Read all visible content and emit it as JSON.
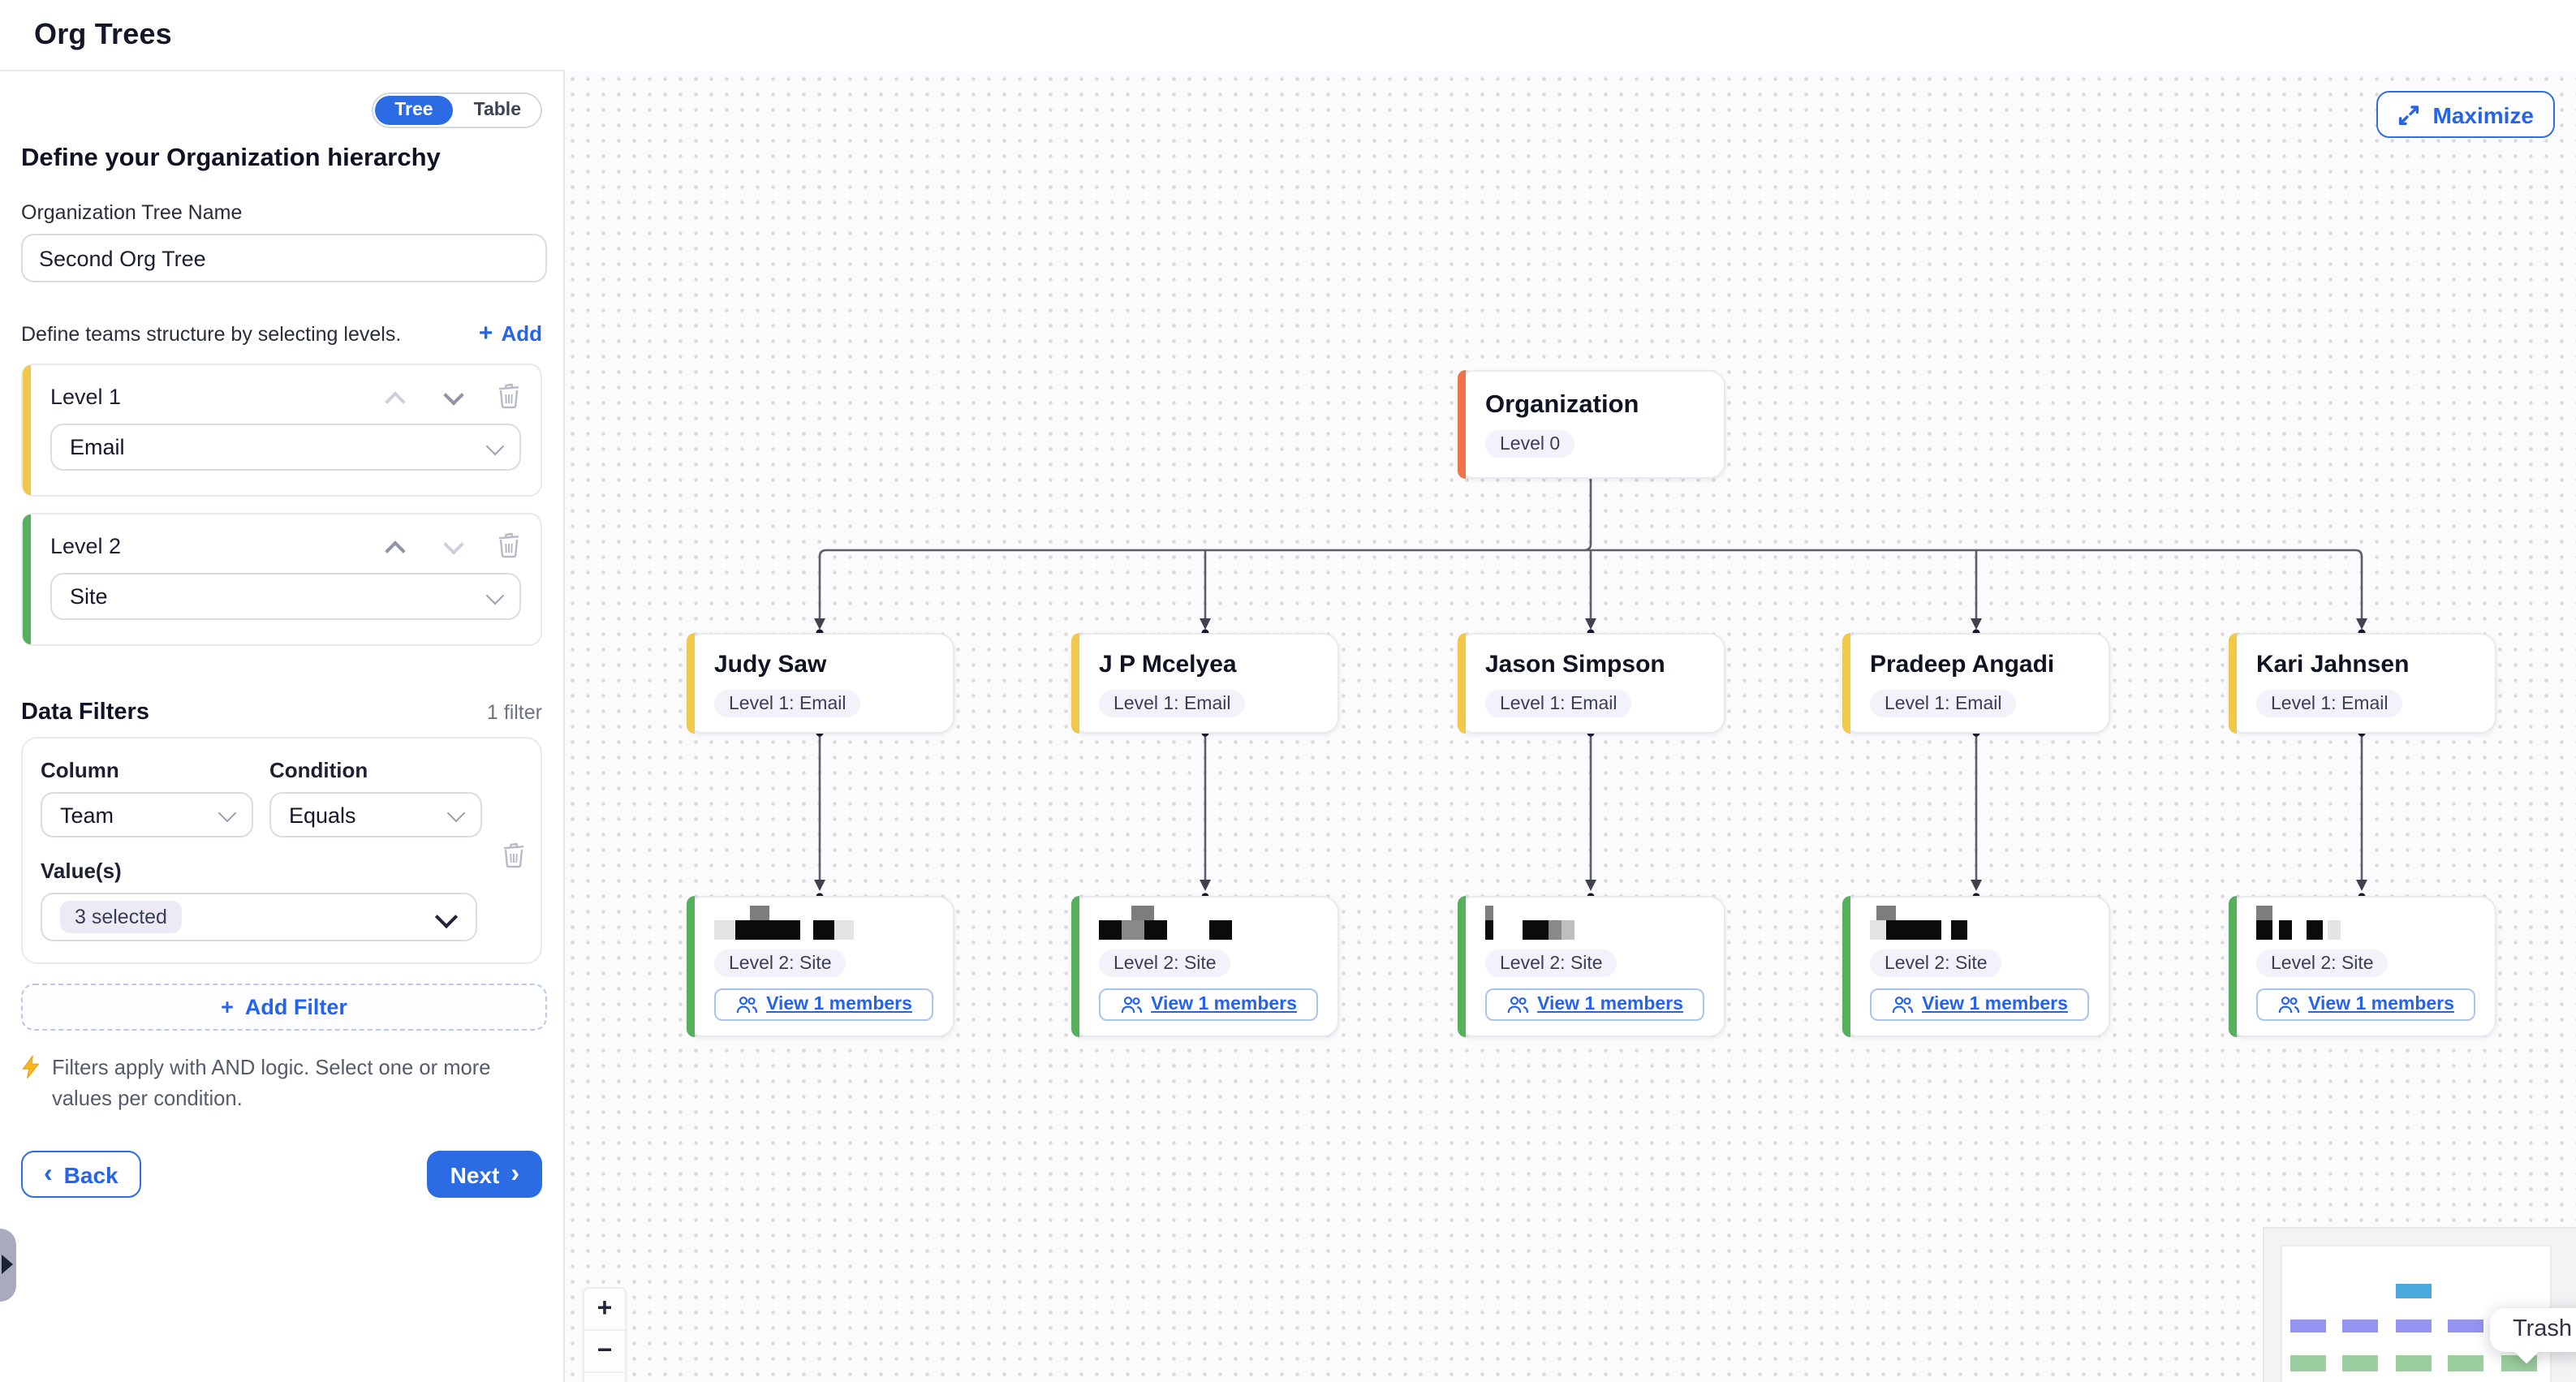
{
  "header": {
    "title": "Org Trees"
  },
  "sidebar": {
    "view_toggle": {
      "tree": "Tree",
      "table": "Table",
      "selected": "Tree"
    },
    "heading": "Define your Organization hierarchy",
    "tree_name": {
      "label": "Organization Tree Name",
      "value": "Second Org Tree"
    },
    "levels_hint": "Define teams structure by selecting levels.",
    "add_label": "Add",
    "levels": [
      {
        "title": "Level 1",
        "value": "Email",
        "accent_color": "#f2c84b"
      },
      {
        "title": "Level 2",
        "value": "Site",
        "accent_color": "#55b05c"
      }
    ],
    "filters": {
      "title": "Data Filters",
      "count_label": "1 filter",
      "column_label": "Column",
      "column_value": "Team",
      "condition_label": "Condition",
      "condition_value": "Equals",
      "values_label": "Value(s)",
      "values_value": "3 selected",
      "add_filter_label": "Add Filter",
      "note": "Filters apply with AND logic. Select one or more values per condition."
    },
    "back_label": "Back",
    "next_label": "Next"
  },
  "canvas": {
    "maximize_label": "Maximize",
    "root": {
      "name": "Organization",
      "badge": "Level 0",
      "accent_color": "#ee7448"
    },
    "level1": [
      {
        "name": "Judy Saw",
        "badge": "Level 1: Email"
      },
      {
        "name": "J P Mcelyea",
        "badge": "Level 1: Email"
      },
      {
        "name": "Jason Simpson",
        "badge": "Level 1: Email"
      },
      {
        "name": "Pradeep Angadi",
        "badge": "Level 1: Email"
      },
      {
        "name": "Kari Jahnsen",
        "badge": "Level 1: Email"
      }
    ],
    "level2": [
      {
        "badge": "Level 2: Site",
        "members_label": "View 1 members",
        "name_redacted": true
      },
      {
        "badge": "Level 2: Site",
        "members_label": "View 1 members",
        "name_redacted": true
      },
      {
        "badge": "Level 2: Site",
        "members_label": "View 1 members",
        "name_redacted": true
      },
      {
        "badge": "Level 2: Site",
        "members_label": "View 1 members",
        "name_redacted": true
      },
      {
        "badge": "Level 2: Site",
        "members_label": "View 1 members",
        "name_redacted": true
      }
    ],
    "trash_tooltip": "Trash",
    "zoom_plus": "+",
    "zoom_minus": "−"
  },
  "icons": {
    "add_plus": "+",
    "back_chevron": "‹",
    "next_chevron": "›"
  },
  "colors": {
    "primary_blue": "#2b6be4",
    "level1_yellow": "#f2c84b",
    "level2_green": "#55b05c",
    "root_orange": "#ee7448",
    "minimap_blue": "#49a8dc",
    "minimap_purple": "#9393f0",
    "minimap_green": "#9ccf9f",
    "edge_gray": "#5c5f69"
  }
}
